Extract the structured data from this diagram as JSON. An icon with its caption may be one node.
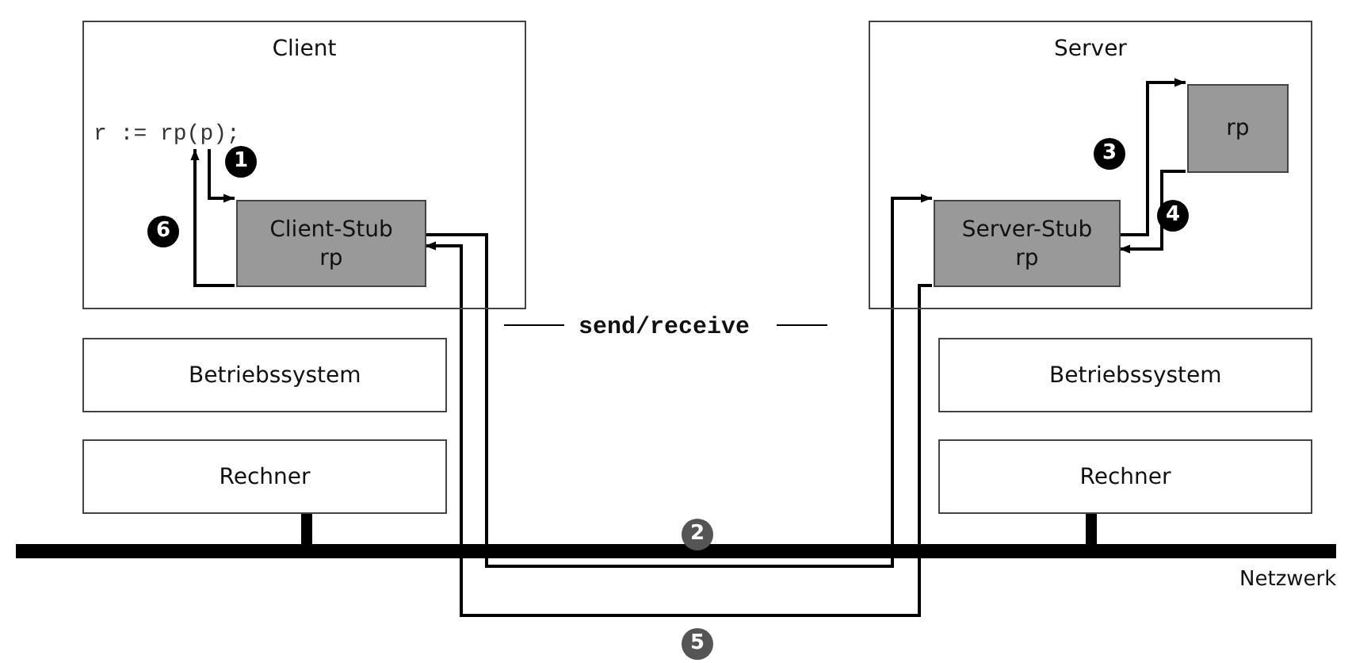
{
  "diagram": {
    "nodes": [
      {
        "text": [
          "Client"
        ]
      },
      {
        "text": [
          "r := rp(p);"
        ],
        "in": 0
      },
      {
        "text": [
          "Client-Stub rp"
        ],
        "in": 0
      },
      {
        "text": [
          "Server"
        ]
      },
      {
        "text": [
          "Server-Stub rp"
        ],
        "in": 3
      },
      {
        "text": [
          "rp"
        ],
        "in": 3
      },
      {
        "text": [
          "Betriebssystem"
        ]
      },
      {
        "text": [
          "Rechner"
        ]
      },
      {
        "text": [
          "Betriebssystem"
        ]
      },
      {
        "text": [
          "Rechner"
        ]
      }
    ],
    "edges": [
      {
        "from": 1,
        "to": 2,
        "arrow": "to",
        "label": "1"
      },
      {
        "from": 2,
        "to": 4,
        "arrow": "to",
        "label": "2"
      },
      {
        "from": 4,
        "to": 5,
        "arrow": "to",
        "label": "3"
      },
      {
        "from": 5,
        "to": 4,
        "arrow": "to",
        "label": "4"
      },
      {
        "from": 4,
        "to": 2,
        "arrow": "to",
        "label": "5"
      },
      {
        "from": 2,
        "to": 1,
        "arrow": "to",
        "label": "6"
      }
    ],
    "labels": [
      "send/receive",
      "Netzwerk"
    ]
  }
}
